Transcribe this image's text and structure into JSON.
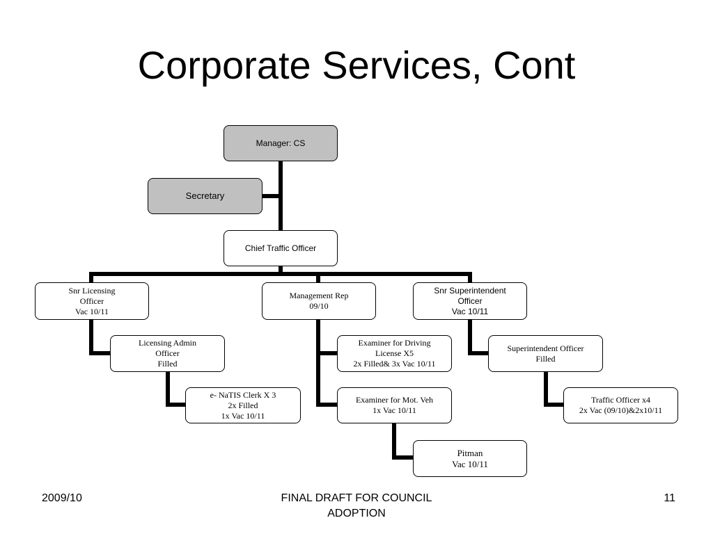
{
  "slide": {
    "title": "Corporate Services, Cont"
  },
  "org_chart": {
    "manager": "Manager: CS",
    "secretary": "Secretary",
    "chief_traffic_officer": "Chief Traffic Officer",
    "snr_licensing_officer": "Snr Licensing\nOfficer\nVac 10/11",
    "management_rep": "Management Rep\n09/10",
    "snr_superintendent_officer": "Snr Superintendent\nOfficer\nVac 10/11",
    "licensing_admin_officer": "Licensing Admin\nOfficer\nFilled",
    "enatis_clerk": "e- NaTIS Clerk X 3\n2x Filled\n1x Vac 10/11",
    "examiner_driving_license": "Examiner for Driving\nLicense X5\n2x Filled& 3x Vac 10/11",
    "examiner_mot_veh": "Examiner for Mot. Veh\n1x Vac 10/11",
    "pitman": "Pitman\nVac 10/11",
    "superintendent_officer": "Superintendent Officer\nFilled",
    "traffic_officer": "Traffic Officer x4\n2x Vac (09/10)&2x10/11",
    "box_colors": {
      "gray": "#c0c0c0",
      "white": "#ffffff"
    }
  },
  "footer": {
    "left": "2009/10",
    "center": "FINAL DRAFT FOR COUNCIL\nADOPTION",
    "right": "11"
  }
}
